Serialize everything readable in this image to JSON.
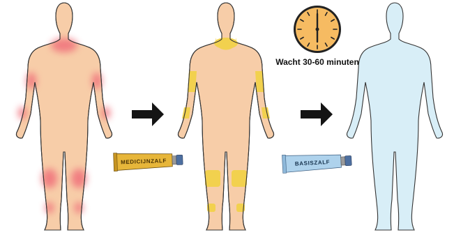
{
  "steps": [
    {
      "id": "inflamed",
      "body_color": "#f7cda8",
      "patch_color": "#f0707a"
    },
    {
      "id": "medicated",
      "body_color": "#f7cda8",
      "patch_color": "#f2d24a"
    },
    {
      "id": "base-layer",
      "body_color": "#d8eef7",
      "patch_color": ""
    }
  ],
  "tubes": {
    "medicine": {
      "label": "MEDICIJNZALF",
      "color": "#e7b63a",
      "text_color": "#4a3204",
      "icon": "ointment-tube-icon"
    },
    "base": {
      "label": "BASISZALF",
      "color": "#aed2ec",
      "text_color": "#17334e",
      "icon": "ointment-tube-icon"
    }
  },
  "clock": {
    "icon": "clock-icon",
    "face_color": "#f6bb62",
    "caption": "Wacht 30-60 minuten"
  },
  "arrows": {
    "icon": "arrow-right-icon",
    "color": "#141414"
  }
}
